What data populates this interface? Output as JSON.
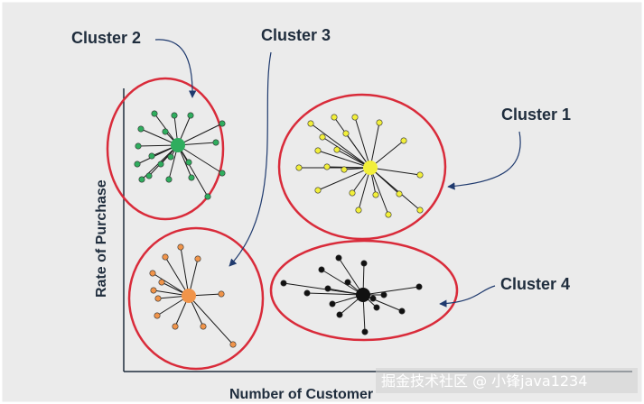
{
  "diagram": {
    "labels": {
      "cluster1": "Cluster 1",
      "cluster2": "Cluster 2",
      "cluster3": "Cluster 3",
      "cluster4": "Cluster 4"
    },
    "axes": {
      "y_label": "Rate of Purchase",
      "x_label": "Number of Customer"
    },
    "watermark": "掘金技术社区 @ 小锋java1234",
    "colors": {
      "background": "#ebebeb",
      "ellipse": "#d92b3a",
      "cluster1_points": "#f2ef3a",
      "cluster2_points": "#2fad5e",
      "cluster3_points": "#f0944a",
      "cluster4_points": "#111111",
      "axis": "#1f2d3d",
      "arrow": "#1f3a6e"
    }
  }
}
